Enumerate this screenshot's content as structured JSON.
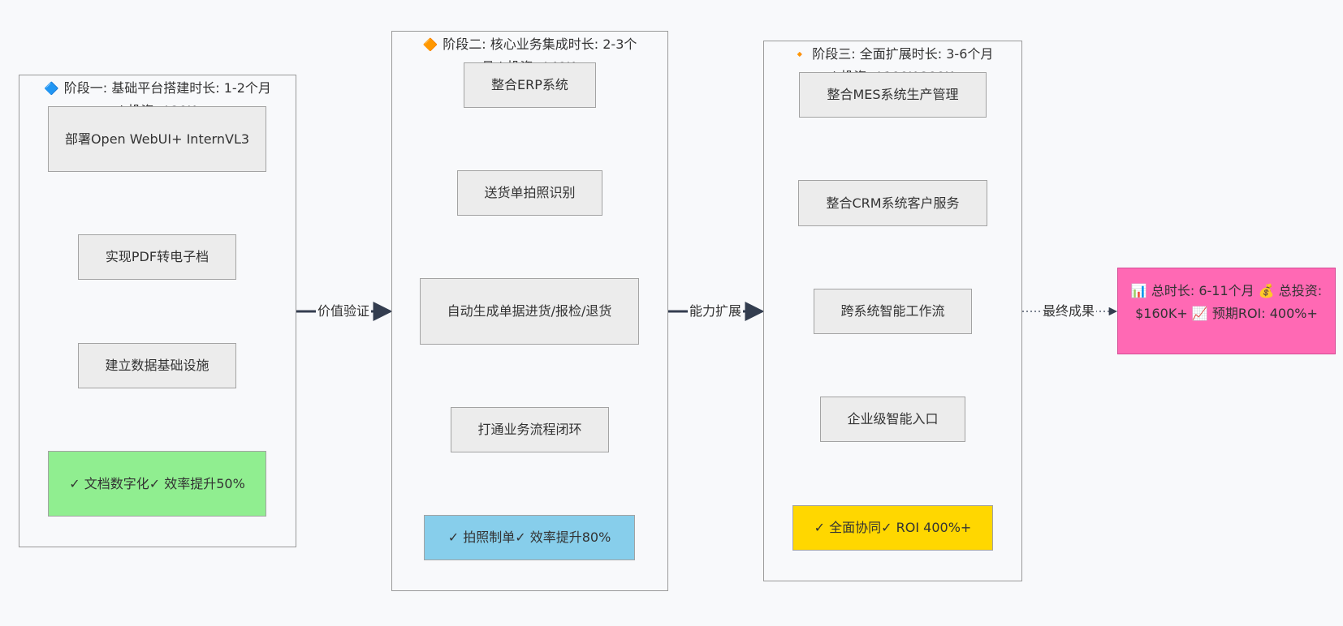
{
  "stage1": {
    "icon": "🔷",
    "title": "阶段一: 基础平台搭建时长: 1-2个月 | 投资: $20K",
    "nodes": [
      "部署Open WebUI+ InternVL3",
      "实现PDF转电子档",
      "建立数据基础设施",
      "✓ 文档数字化✓ 效率提升50%"
    ]
  },
  "stage2": {
    "icon": "🔶",
    "title": "阶段二: 核心业务集成时长: 2-3个月 | 投资: $40K-",
    "nodes": [
      "整合ERP系统",
      "送货单拍照识别",
      "自动生成单据进货/报检/退货",
      "打通业务流程闭环",
      "✓ 拍照制单✓ 效率提升80%"
    ]
  },
  "stage3": {
    "icon": "🔸",
    "title": "阶段三: 全面扩展时长: 3-6个月 | 投资: $100K-200K",
    "nodes": [
      "整合MES系统生产管理",
      "整合CRM系统客户服务",
      "跨系统智能工作流",
      "企业级智能入口",
      "✓ 全面协同✓ ROI 400%+"
    ]
  },
  "edges": {
    "label1": "价值验证",
    "label2": "能力扩展",
    "label3": "最终成果"
  },
  "result": {
    "text": "📊 总时长: 6-11个月 💰 总投资: $160K+ 📈 预期ROI: 400%+"
  },
  "colors": {
    "line": "#333d4f",
    "green": "#90ee90",
    "blue": "#87ceeb",
    "gold": "#ffd700",
    "pink": "#ff69b4"
  }
}
